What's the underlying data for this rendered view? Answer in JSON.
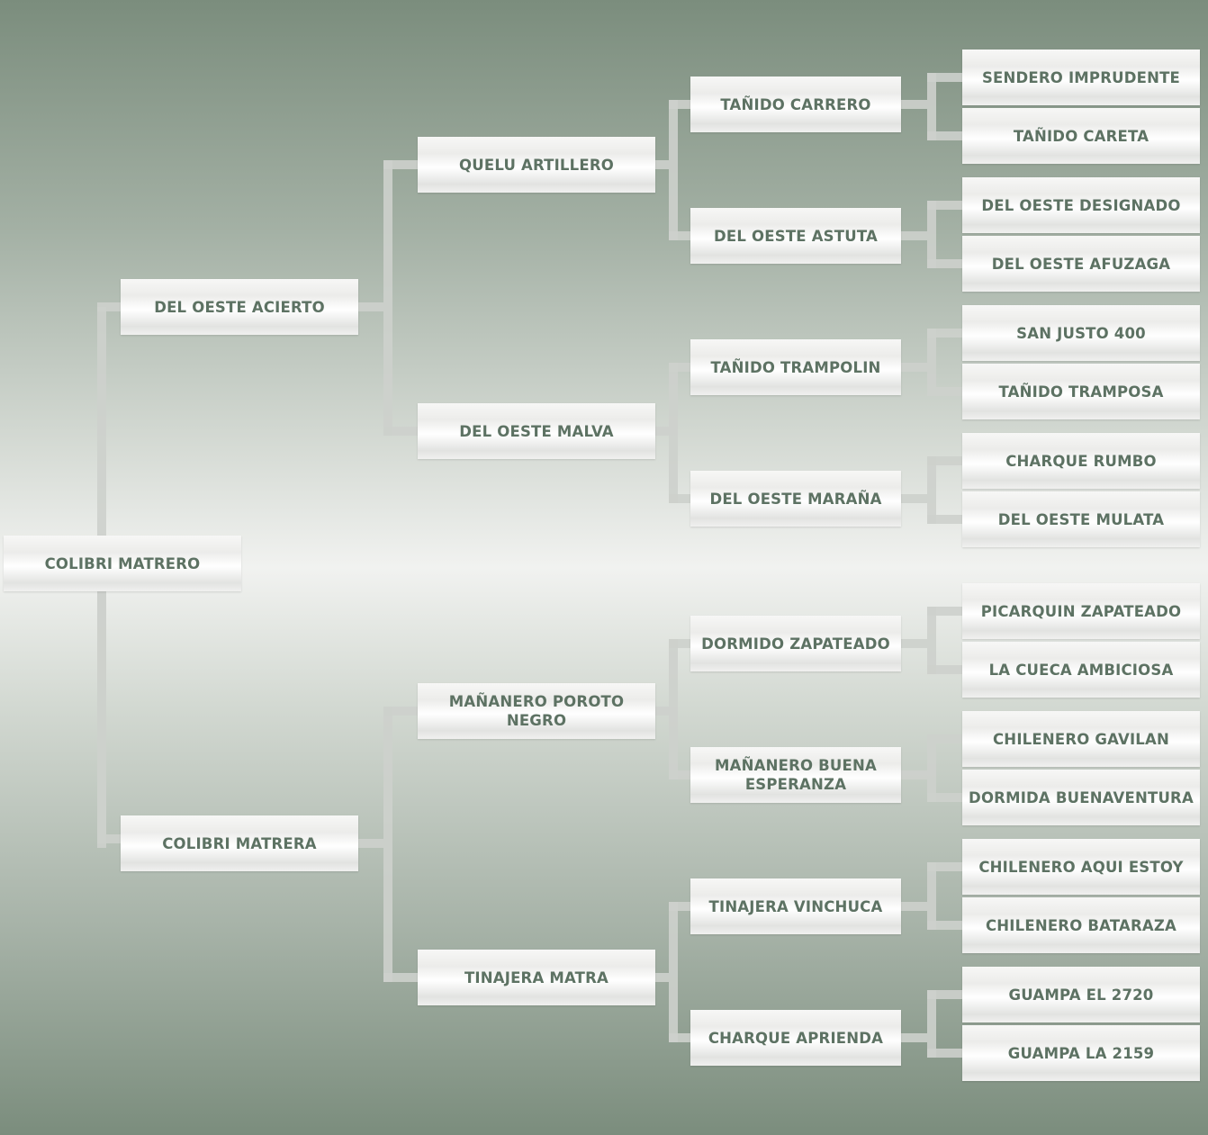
{
  "pedigree": {
    "subject": "COLIBRI MATRERO",
    "gen1": [
      "DEL OESTE ACIERTO",
      "COLIBRI MATRERA"
    ],
    "gen2": [
      "QUELU ARTILLERO",
      "DEL OESTE MALVA",
      "MAÑANERO POROTO NEGRO",
      "TINAJERA MATRA"
    ],
    "gen3": [
      "TAÑIDO CARRERO",
      "DEL OESTE ASTUTA",
      "TAÑIDO TRAMPOLIN",
      "DEL OESTE MARAÑA",
      "DORMIDO ZAPATEADO",
      "MAÑANERO BUENA ESPERANZA",
      "TINAJERA VINCHUCA",
      "CHARQUE APRIENDA"
    ],
    "gen4": [
      "SENDERO IMPRUDENTE",
      "TAÑIDO CARETA",
      "DEL OESTE DESIGNADO",
      "DEL OESTE AFUZAGA",
      "SAN JUSTO 400",
      "TAÑIDO TRAMPOSA",
      "CHARQUE RUMBO",
      "DEL OESTE MULATA",
      "PICARQUIN ZAPATEADO",
      "LA CUECA AMBICIOSA",
      "CHILENERO GAVILAN",
      "DORMIDA BUENAVENTURA",
      "CHILENERO AQUI ESTOY",
      "CHILENERO BATARAZA",
      "GUAMPA EL 2720",
      "GUAMPA LA 2159"
    ]
  }
}
